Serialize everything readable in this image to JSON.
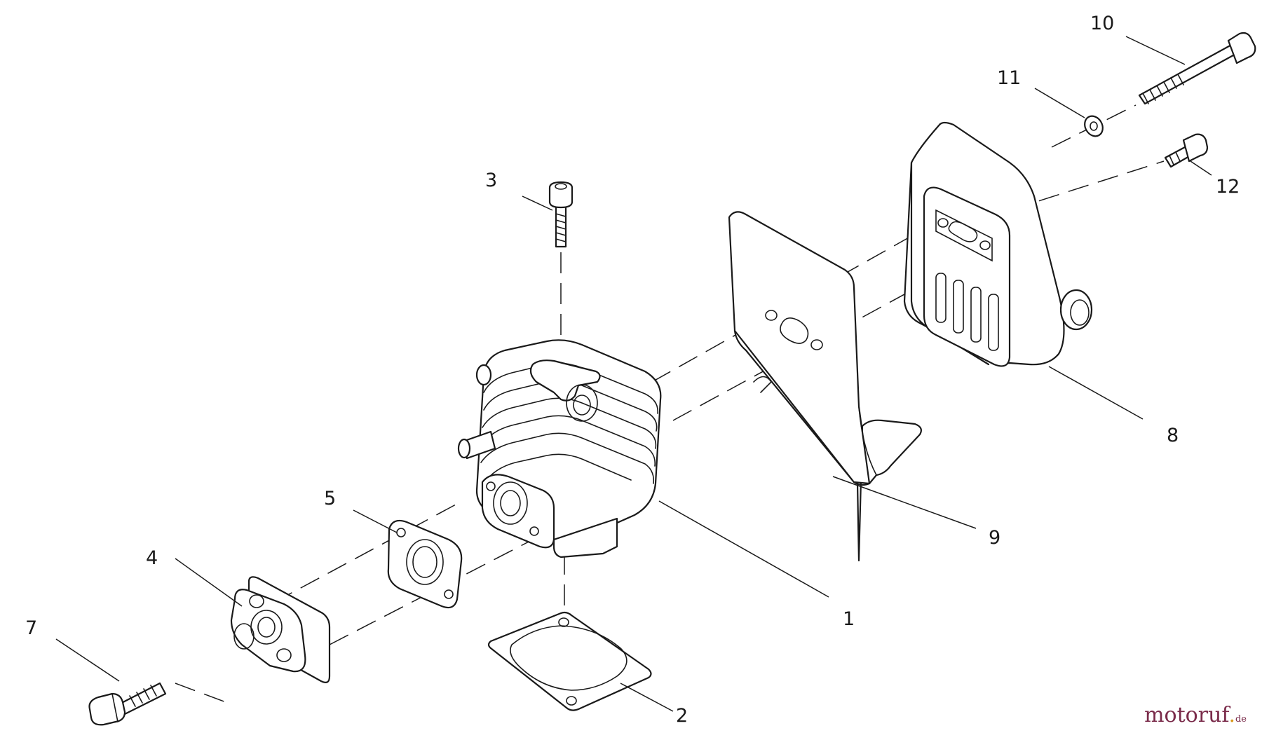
{
  "diagram": {
    "callouts": {
      "p1": "1",
      "p2": "2",
      "p3": "3",
      "p4": "4",
      "p5": "5",
      "p7": "7",
      "p8": "8",
      "p9": "9",
      "p10": "10",
      "p11": "11",
      "p12": "12"
    }
  },
  "watermark": {
    "brand_main": "motoruf",
    "brand_suffix": "de"
  }
}
